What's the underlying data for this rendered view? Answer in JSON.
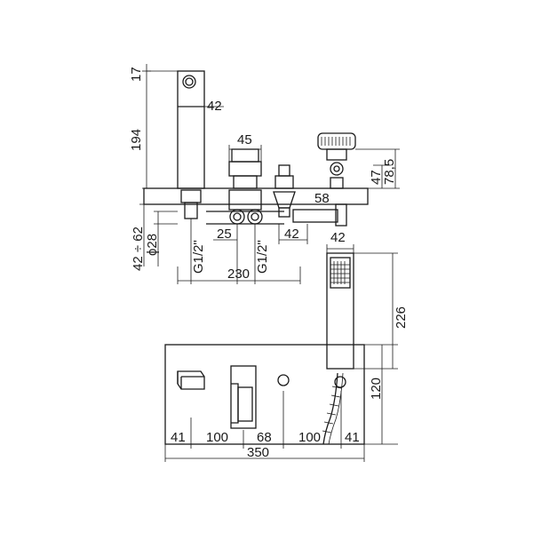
{
  "dimensions": {
    "spout_top": "17",
    "spout_height": "194",
    "spout_width": "42",
    "mixer_width": "45",
    "diverter_height": "78,5",
    "diverter_offset": "47",
    "diverter_depth": "58",
    "deck_range": "42 ÷ 62",
    "pipe_dia": "ϕ28",
    "thread_left": "G1/2\"",
    "thread_right": "G1/2\"",
    "spacing": "25",
    "inlet_width": "42",
    "overall_width": "230",
    "handshower_width": "42",
    "handshower_length": "226",
    "holder_height": "120",
    "plan_a": "41",
    "plan_b": "100",
    "plan_c": "68",
    "plan_d": "100",
    "plan_e": "41",
    "plan_total": "350"
  }
}
